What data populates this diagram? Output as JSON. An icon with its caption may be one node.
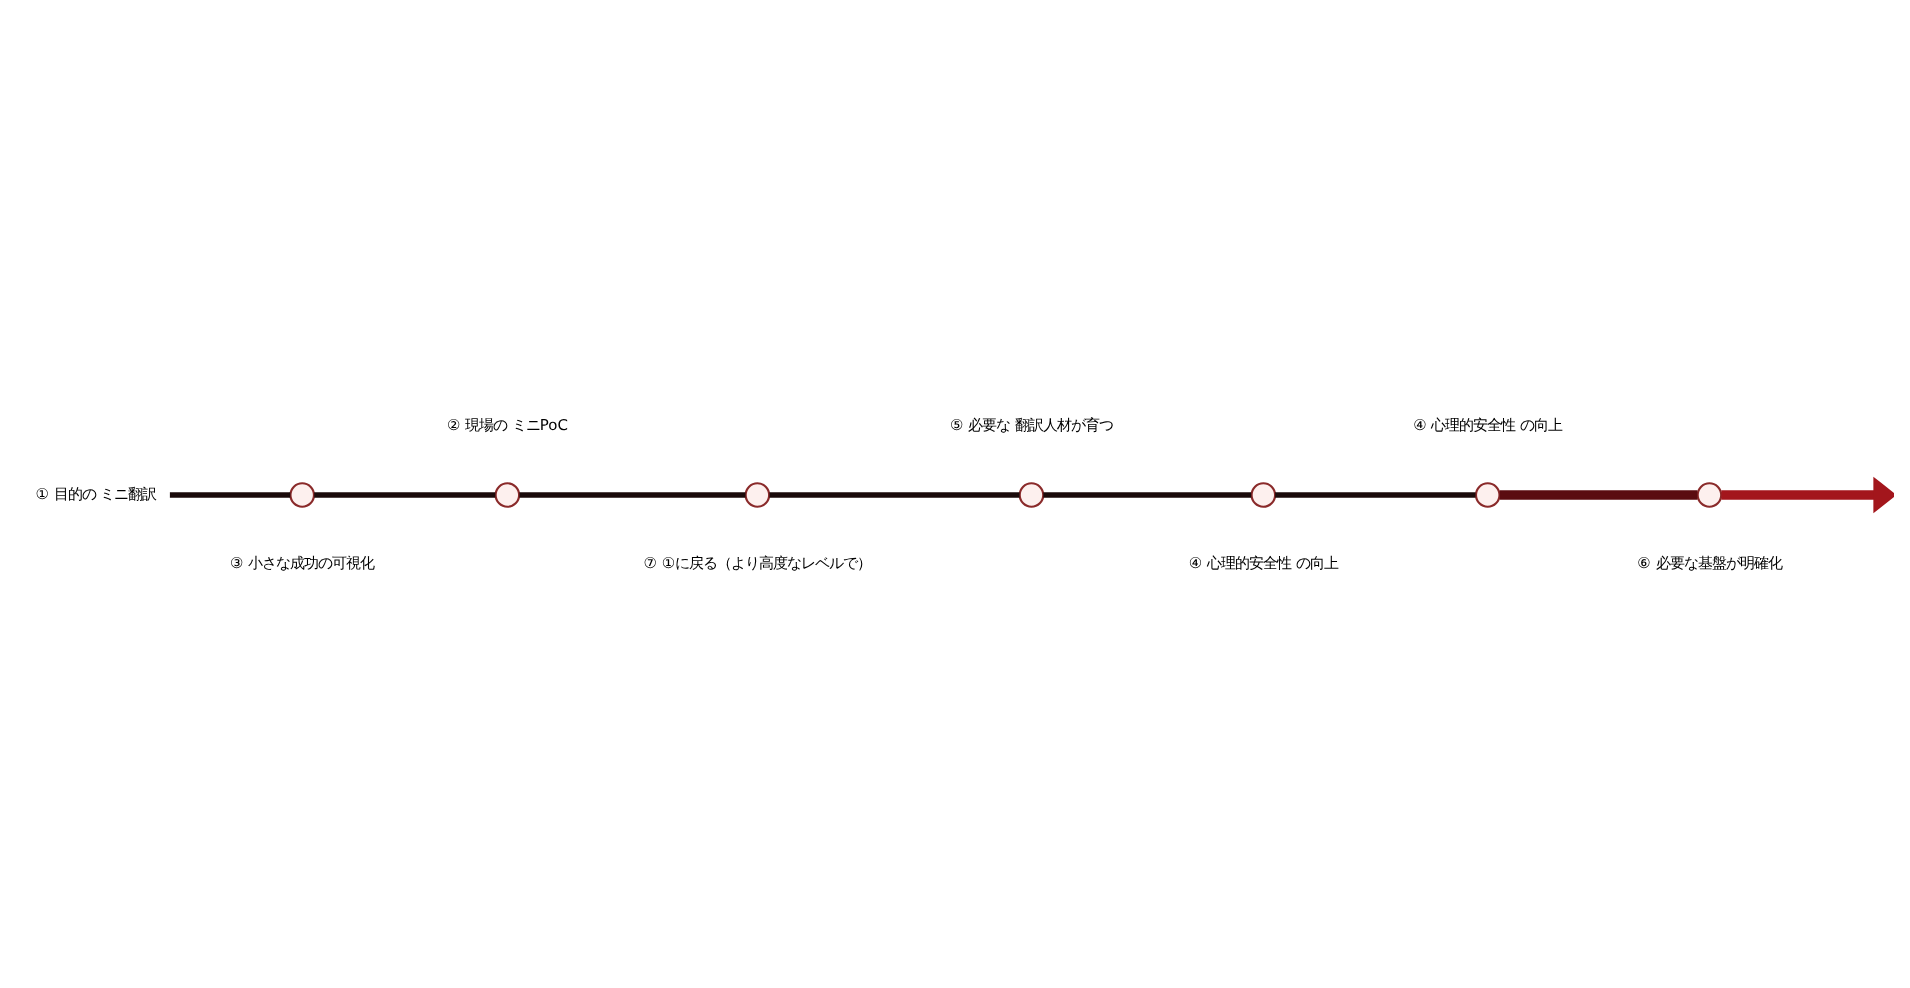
{
  "diagram": {
    "nodes": [
      {
        "text": [
          "① 目的の ミニ翻訳"
        ]
      },
      {
        "text": [],
        "shape": "circle",
        "beside": [
          "③ 小さな成功の可視化"
        ]
      },
      {
        "text": [],
        "shape": "circle",
        "beside": [
          "② 現場の ミニPoC"
        ]
      },
      {
        "text": [],
        "shape": "circle",
        "beside": [
          "⑦ ①に戻る（より高度なレベルで）"
        ]
      },
      {
        "text": [],
        "shape": "circle",
        "beside": [
          "⑤ 必要な 翻訳人材が育つ"
        ]
      },
      {
        "text": [],
        "shape": "circle",
        "beside": [
          "④ 心理的安全性 の向上"
        ]
      },
      {
        "text": [],
        "shape": "circle",
        "beside": [
          "④ 心理的安全性 の向上"
        ]
      },
      {
        "text": [],
        "shape": "circle",
        "beside": [
          "⑥ 必要な基盤が明確化"
        ]
      }
    ],
    "edges": [
      {
        "from": 0,
        "to": 1,
        "arrow": "none"
      },
      {
        "from": 1,
        "to": 2,
        "arrow": "none"
      },
      {
        "from": 2,
        "to": 3,
        "arrow": "none"
      },
      {
        "from": 3,
        "to": 4,
        "arrow": "none"
      },
      {
        "from": 4,
        "to": 5,
        "arrow": "none"
      },
      {
        "from": 5,
        "to": 6,
        "arrow": "none"
      },
      {
        "from": 6,
        "to": 7,
        "arrow": "none",
        "style": "thick",
        "color": "#5a0c10"
      },
      {
        "from": 7,
        "to": null,
        "arrow": "to",
        "style": "thick",
        "color": "#a3161c"
      }
    ]
  }
}
